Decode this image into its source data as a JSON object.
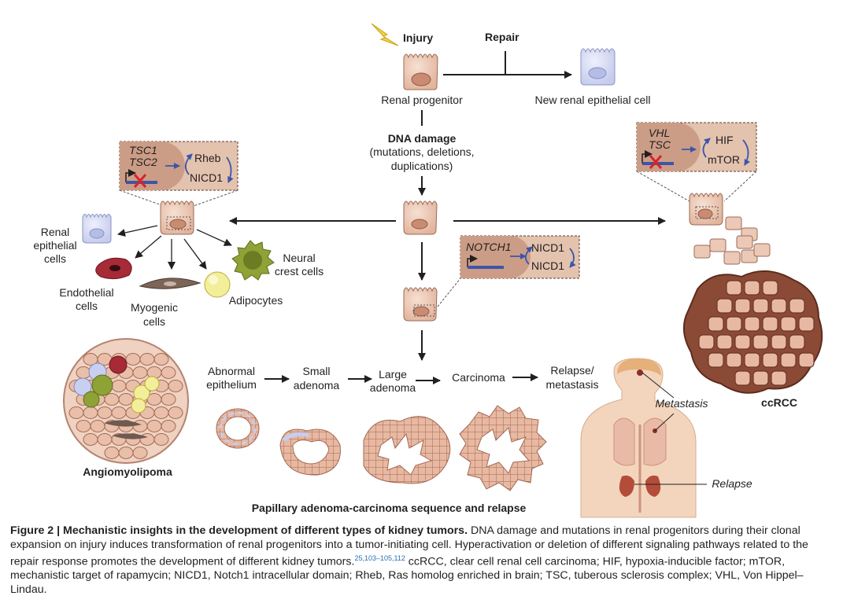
{
  "labels": {
    "injury": "Injury",
    "repair": "Repair",
    "renal_progenitor": "Renal progenitor",
    "new_renal_epithelial_cell": "New renal epithelial cell",
    "dna_damage_title": "DNA damage",
    "dna_damage_detail": [
      "(mutations, deletions,",
      "duplications)"
    ],
    "renal_epithelial_cells": [
      "Renal",
      "epithelial",
      "cells"
    ],
    "endothelial_cells": [
      "Endothelial",
      "cells"
    ],
    "myogenic_cells": [
      "Myogenic",
      "cells"
    ],
    "adipocytes": "Adipocytes",
    "neural_crest_cells": [
      "Neural",
      "crest cells"
    ],
    "angiomyolipoma": "Angiomyolipoma",
    "abnormal_epithelium": [
      "Abnormal",
      "epithelium"
    ],
    "small_adenoma": [
      "Small",
      "adenoma"
    ],
    "large_adenoma": [
      "Large",
      "adenoma"
    ],
    "carcinoma": "Carcinoma",
    "relapse_metastasis": [
      "Relapse/",
      "metastasis"
    ],
    "metastasis": "Metastasis",
    "relapse": "Relapse",
    "ccrcc": "ccRCC",
    "papillary_sequence": "Papillary adenoma-carcinoma sequence and relapse"
  },
  "insets": {
    "tsc": {
      "genes": [
        "TSC1",
        "TSC2"
      ],
      "targets": [
        "Rheb",
        "NICD1"
      ]
    },
    "notch": {
      "gene": "NOTCH1",
      "targets": [
        "NICD1",
        "NICD1"
      ]
    },
    "vhl": {
      "genes": [
        "VHL",
        "TSC"
      ],
      "targets": [
        "HIF",
        "mTOR"
      ]
    }
  },
  "caption": {
    "title": "Figure 2 | Mechanistic insights in the development of different types of kidney tumors.",
    "body": "DNA damage and mutations in renal progenitors during their clonal expansion on injury induces transformation of renal progenitors into a tumor-initiating cell. Hyperactivation or deletion of different signaling pathways related to the repair response promotes the development of different kidney tumors.",
    "refs": "25,103–105,112",
    "abbreviations": "ccRCC, clear cell renal cell carcinoma; HIF, hypoxia-inducible factor; mTOR, mechanistic target of rapamycin; NICD1, Notch1 intracellular domain; Rheb, Ras homolog enriched in brain; TSC, tuberous sclerosis complex; VHL, Von Hippel–Lindau."
  },
  "colors": {
    "cell_fill": "#ecc9b6",
    "nucleus": "#c98b72",
    "normal_cell": "#d6dcf3",
    "inset_bg": "#e3c2ae",
    "arrow_blue": "#3d55a8",
    "cross_red": "#d8232a",
    "tumor_brown": "#8a4a36"
  }
}
